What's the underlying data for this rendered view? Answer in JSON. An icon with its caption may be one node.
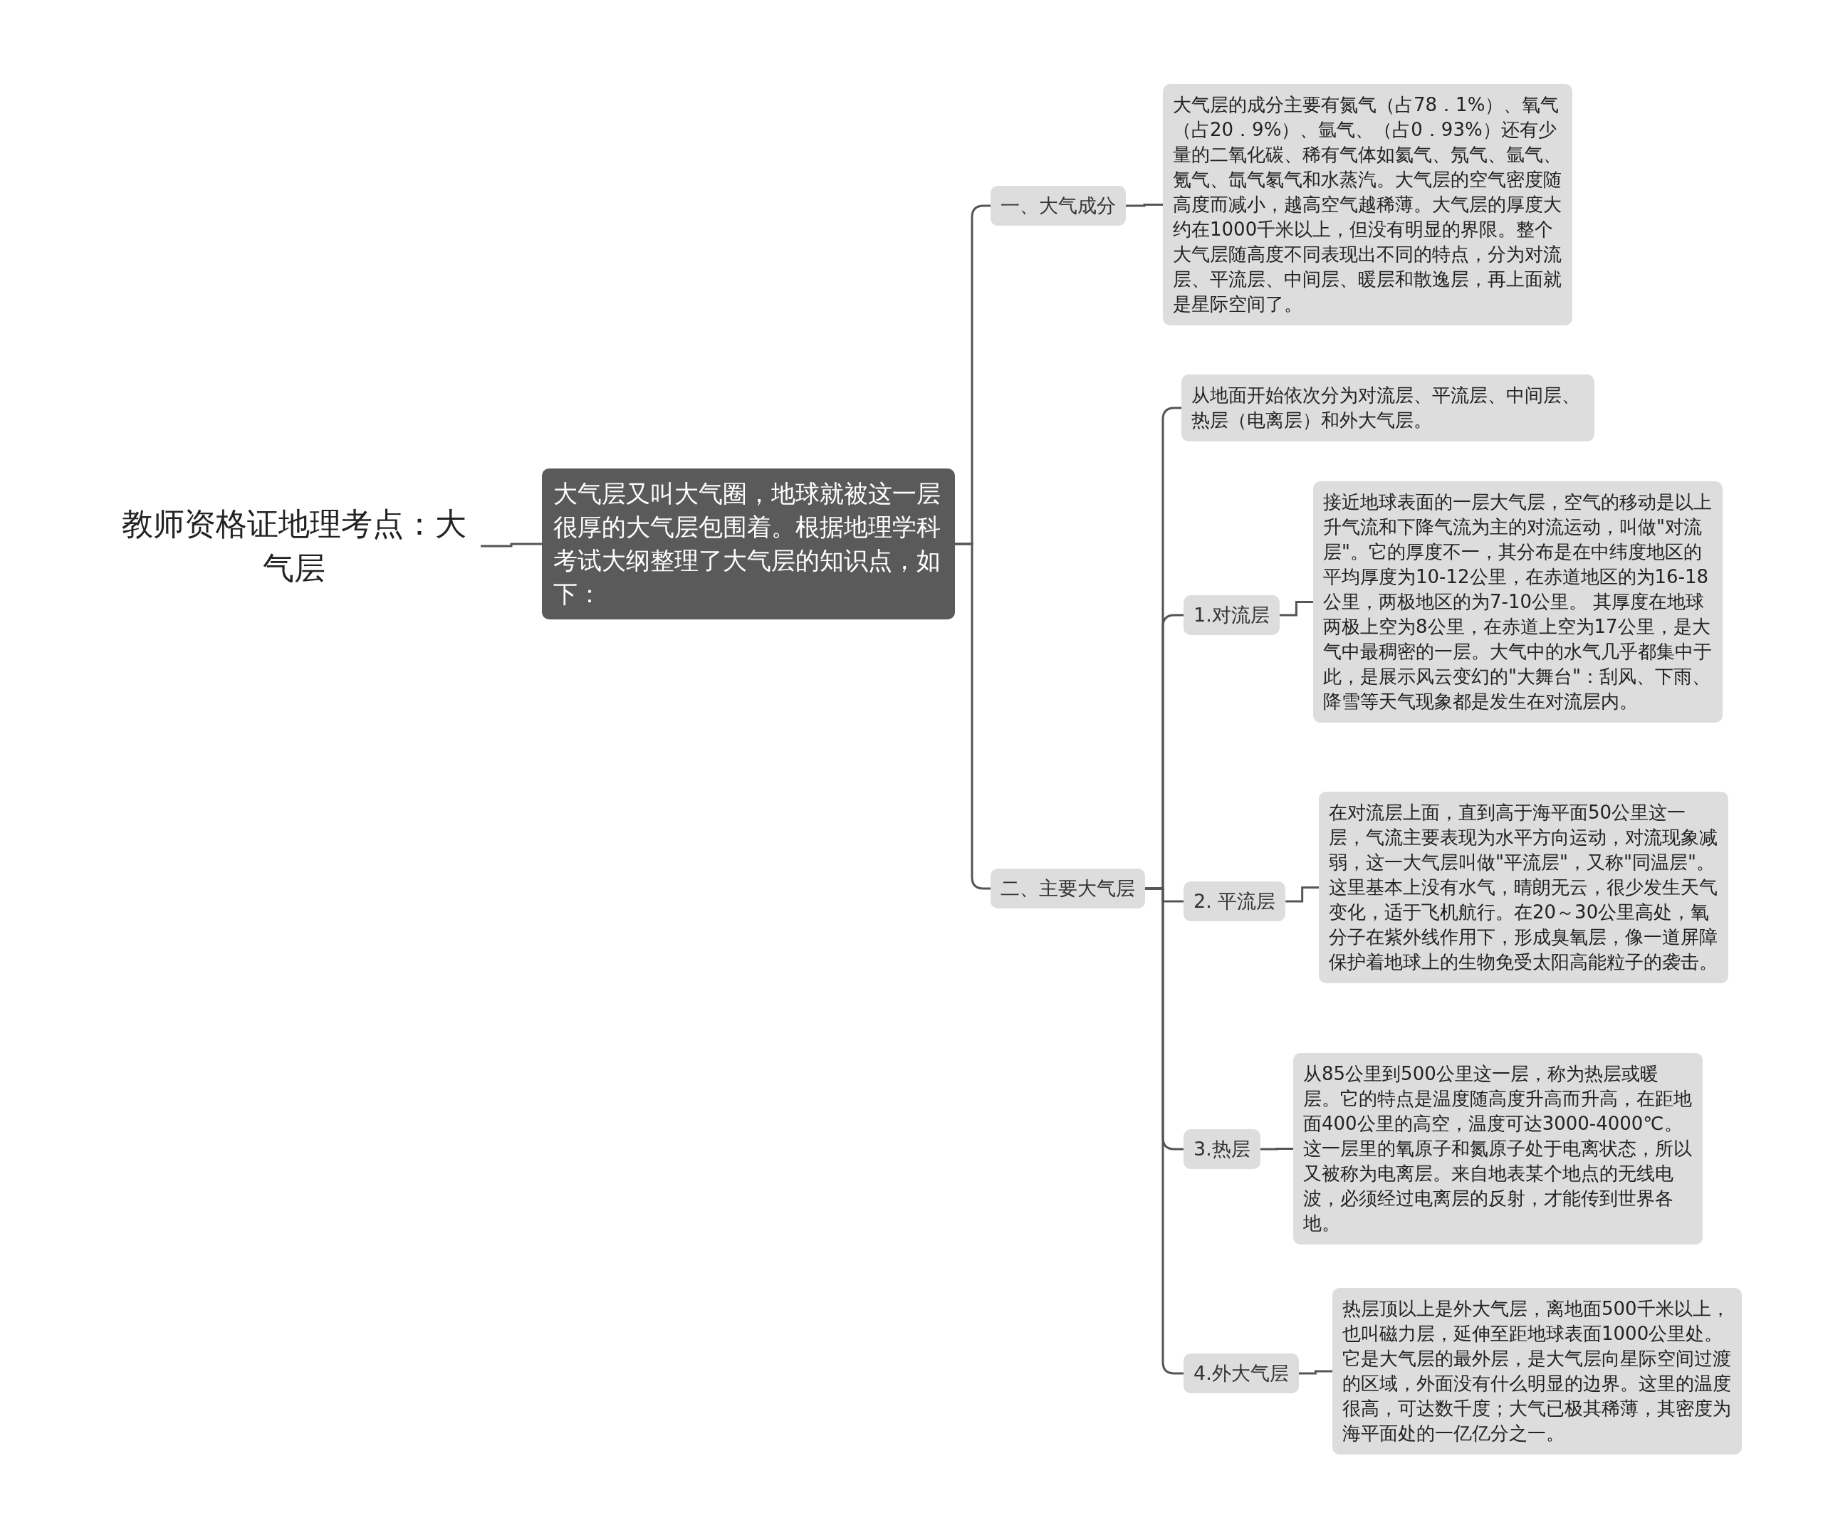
{
  "diagram": {
    "nodes": [
      {
        "text": [
          "教师资格证地理考点：大气层"
        ]
      },
      {
        "text": [
          "大气层又叫大气圈，地球就被这一层很厚的大气层包围着。根据地理学科考试大纲整理了大气层的知识点，如下："
        ]
      },
      {
        "text": [
          "一、大气成分"
        ]
      },
      {
        "text": [
          "大气层的成分主要有氮气（占78．1%）、氧气（占20．9%）、氩气、（占0．93%）还有少量的二氧化碳、稀有气体如氦气、氖气、氩气、氪气、氙气氡气和水蒸汽。大气层的空气密度随高度而减小，越高空气越稀薄。大气层的厚度大约在1000千米以上，但没有明显的界限。整个大气层随高度不同表现出不同的特点，分为对流层、平流层、中间层、暖层和散逸层，再上面就是星际空间了。"
        ]
      },
      {
        "text": [
          "二、主要大气层"
        ]
      },
      {
        "text": [
          "从地面开始依次分为对流层、平流层、中间层、热层（电离层）和外大气层。"
        ]
      },
      {
        "text": [
          "1.对流层"
        ]
      },
      {
        "text": [
          "接近地球表面的一层大气层，空气的移动是以上升气流和下降气流为主的对流运动，叫做\"对流层\"。它的厚度不一，其分布是在中纬度地区的平均厚度为10-12公里，在赤道地区的为16-18公里，两极地区的为7-10公里。 其厚度在地球两极上空为8公里，在赤道上空为17公里，是大气中最稠密的一层。大气中的水气几乎都集中于此，是展示风云变幻的\"大舞台\"：刮风、下雨、降雪等天气现象都是发生在对流层内。"
        ]
      },
      {
        "text": [
          "2. 平流层"
        ]
      },
      {
        "text": [
          "在对流层上面，直到高于海平面50公里这一层，气流主要表现为水平方向运动，对流现象减弱，这一大气层叫做\"平流层\"，又称\"同温层\"。这里基本上没有水气，晴朗无云，很少发生天气变化，适于飞机航行。在20～30公里高处，氧分子在紫外线作用下，形成臭氧层，像一道屏障保护着地球上的生物免受太阳高能粒子的袭击。"
        ]
      },
      {
        "text": [
          "3.热层"
        ]
      },
      {
        "text": [
          "从85公里到500公里这一层，称为热层或暖层。它的特点是温度随高度升高而升高，在距地面400公里的高空，温度可达3000-4000℃。这一层里的氧原子和氮原子处于电离状态，所以又被称为电离层。来自地表某个地点的无线电波，必须经过电离层的反射，才能传到世界各地。"
        ]
      },
      {
        "text": [
          "4.外大气层"
        ]
      },
      {
        "text": [
          "热层顶以上是外大气层，离地面500千米以上，也叫磁力层，延伸至距地球表面1000公里处。它是大气层的最外层，是大气层向星际空间过渡的区域，外面没有什么明显的边界。这里的温度很高，可达数千度；大气已极其稀薄，其密度为海平面处的一亿亿分之一。"
        ]
      }
    ],
    "edges": [
      {
        "from": 0,
        "to": 1,
        "arrow": "none"
      },
      {
        "from": 1,
        "to": 2,
        "arrow": "none"
      },
      {
        "from": 1,
        "to": 4,
        "arrow": "none"
      },
      {
        "from": 2,
        "to": 3,
        "arrow": "none"
      },
      {
        "from": 4,
        "to": 5,
        "arrow": "none"
      },
      {
        "from": 4,
        "to": 6,
        "arrow": "none"
      },
      {
        "from": 4,
        "to": 8,
        "arrow": "none"
      },
      {
        "from": 4,
        "to": 10,
        "arrow": "none"
      },
      {
        "from": 4,
        "to": 12,
        "arrow": "none"
      },
      {
        "from": 6,
        "to": 7,
        "arrow": "none"
      },
      {
        "from": 8,
        "to": 9,
        "arrow": "none"
      },
      {
        "from": 10,
        "to": 11,
        "arrow": "none"
      },
      {
        "from": 12,
        "to": 13,
        "arrow": "none"
      }
    ]
  }
}
